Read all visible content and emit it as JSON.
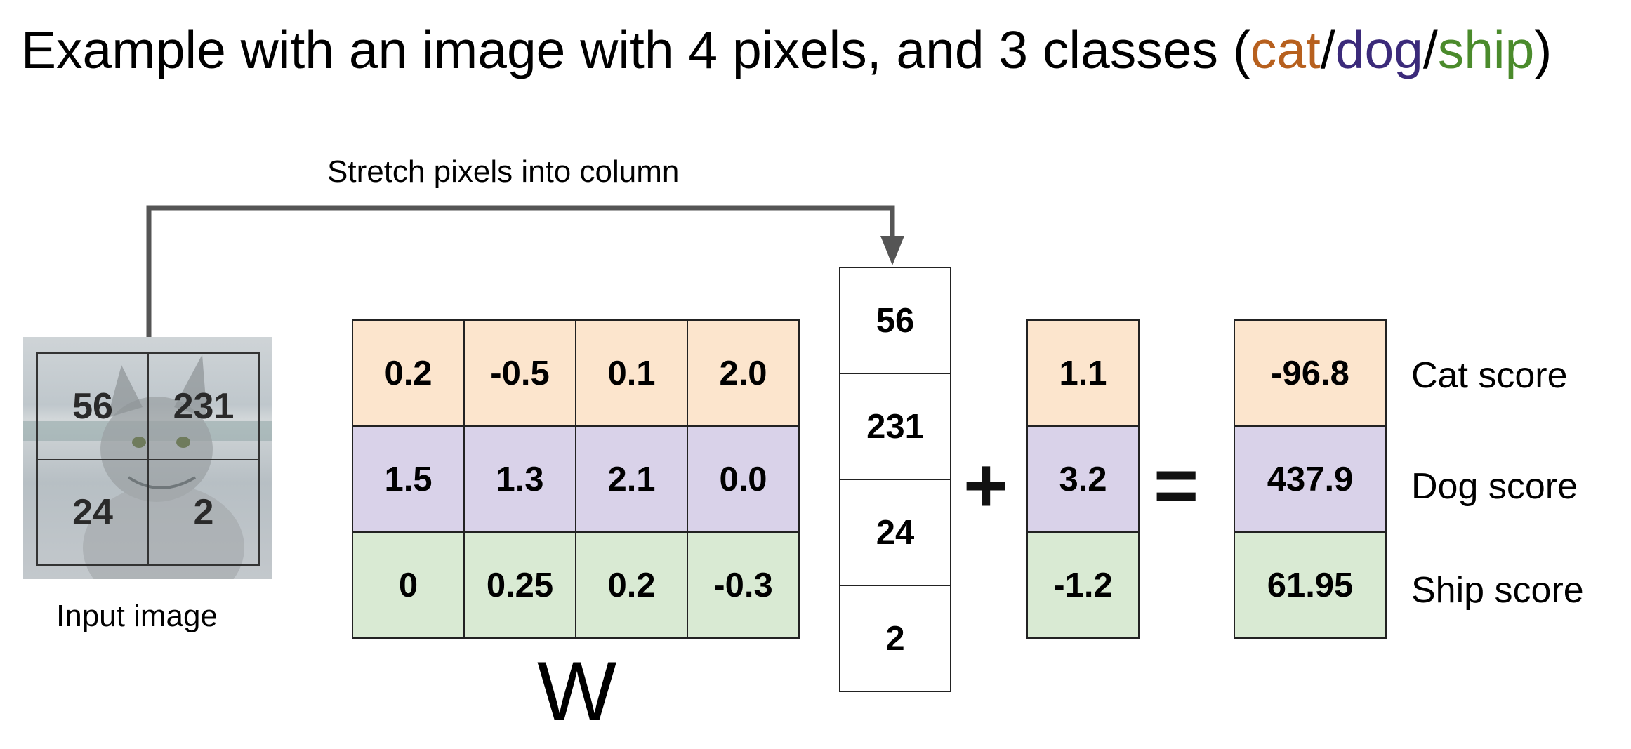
{
  "title": {
    "prefix": "Example with an image with 4 pixels, and 3 classes (",
    "cat": "cat",
    "sep1": "/",
    "dog": "dog",
    "sep2": "/",
    "ship": "ship",
    "suffix": ")"
  },
  "colors": {
    "cat": "#b7601e",
    "dog": "#3b2a7a",
    "ship": "#4b8b2c",
    "cat_row": "#fce5cd",
    "dog_row": "#d9d2e9",
    "ship_row": "#d9ead3",
    "arrow": "#555555"
  },
  "stretch_label": "Stretch pixels into column",
  "input_image": {
    "label": "Input image",
    "pixels": [
      "56",
      "231",
      "24",
      "2"
    ]
  },
  "W": {
    "label": "W",
    "rows": [
      [
        "0.2",
        "-0.5",
        "0.1",
        "2.0"
      ],
      [
        "1.5",
        "1.3",
        "2.1",
        "0.0"
      ],
      [
        "0",
        "0.25",
        "0.2",
        "-0.3"
      ]
    ]
  },
  "x_column": [
    "56",
    "231",
    "24",
    "2"
  ],
  "plus": "+",
  "bias": [
    "1.1",
    "3.2",
    "-1.2"
  ],
  "equals": "=",
  "scores": [
    "-96.8",
    "437.9",
    "61.95"
  ],
  "score_labels": [
    "Cat score",
    "Dog score",
    "Ship score"
  ]
}
